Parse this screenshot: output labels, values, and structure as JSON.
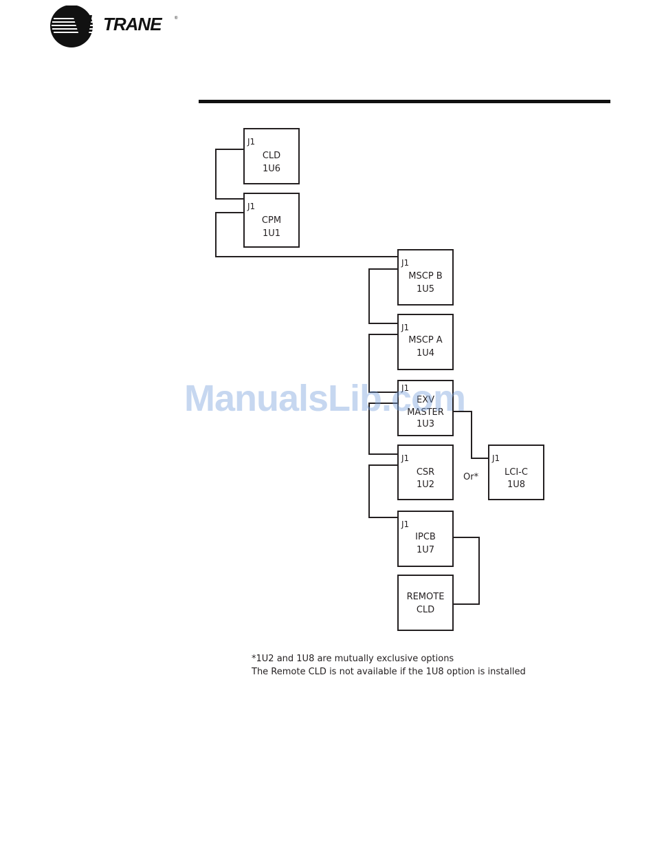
{
  "brand": {
    "name": "TRANE",
    "registered_mark": "®"
  },
  "modules": {
    "cld": {
      "j1": "J1",
      "line1": "CLD",
      "line2": "1U6"
    },
    "cpm": {
      "j1": "J1",
      "line1": "CPM",
      "line2": "1U1"
    },
    "mscp_b": {
      "j1": "J1",
      "line1": "MSCP B",
      "line2": "1U5"
    },
    "mscp_a": {
      "j1": "J1",
      "line1": "MSCP A",
      "line2": "1U4"
    },
    "exv_master": {
      "j1": "J1",
      "line1": "EXV",
      "line2": "MASTER",
      "line3": "1U3"
    },
    "csr": {
      "j1": "J1",
      "line1": "CSR",
      "line2": "1U2"
    },
    "lci_c": {
      "j1": "J1",
      "line1": "LCI-C",
      "line2": "1U8"
    },
    "ipcb": {
      "j1": "J1",
      "line1": "IPCB",
      "line2": "1U7"
    },
    "remote_cld": {
      "line1": "REMOTE",
      "line2": "CLD"
    }
  },
  "or_label": "Or*",
  "notes": {
    "line1": "*1U2 and 1U8 are mutually exclusive options",
    "line2": "The Remote CLD is not available if the 1U8 option is installed"
  },
  "watermark": "ManualsLib.com",
  "colors": {
    "line": "#231f20",
    "watermark": "#78a0dc"
  }
}
